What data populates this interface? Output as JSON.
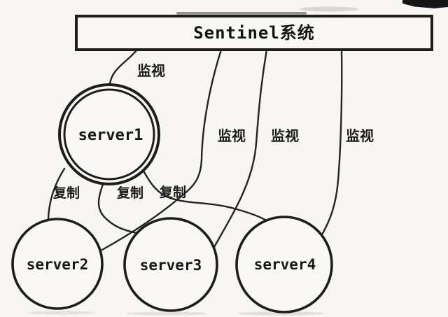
{
  "diagram": {
    "title": "Sentinel系统",
    "nodes": [
      {
        "id": "sentinel",
        "label": "Sentinel系统",
        "shape": "rectangle",
        "role": "sentinel-system"
      },
      {
        "id": "server1",
        "label": "server1",
        "shape": "double-circle",
        "role": "master"
      },
      {
        "id": "server2",
        "label": "server2",
        "shape": "circle",
        "role": "slave"
      },
      {
        "id": "server3",
        "label": "server3",
        "shape": "circle",
        "role": "slave"
      },
      {
        "id": "server4",
        "label": "server4",
        "shape": "circle",
        "role": "slave"
      }
    ],
    "edges": [
      {
        "from": "sentinel",
        "to": "server1",
        "label": "监视"
      },
      {
        "from": "sentinel",
        "to": "server2",
        "label": "监视"
      },
      {
        "from": "sentinel",
        "to": "server3",
        "label": "监视"
      },
      {
        "from": "sentinel",
        "to": "server4",
        "label": "监视"
      },
      {
        "from": "server1",
        "to": "server2",
        "label": "复制"
      },
      {
        "from": "server1",
        "to": "server3",
        "label": "复制"
      },
      {
        "from": "server1",
        "to": "server4",
        "label": "复制"
      }
    ],
    "colors": {
      "ink": "#242424",
      "paper": "#f7f6f3"
    }
  }
}
